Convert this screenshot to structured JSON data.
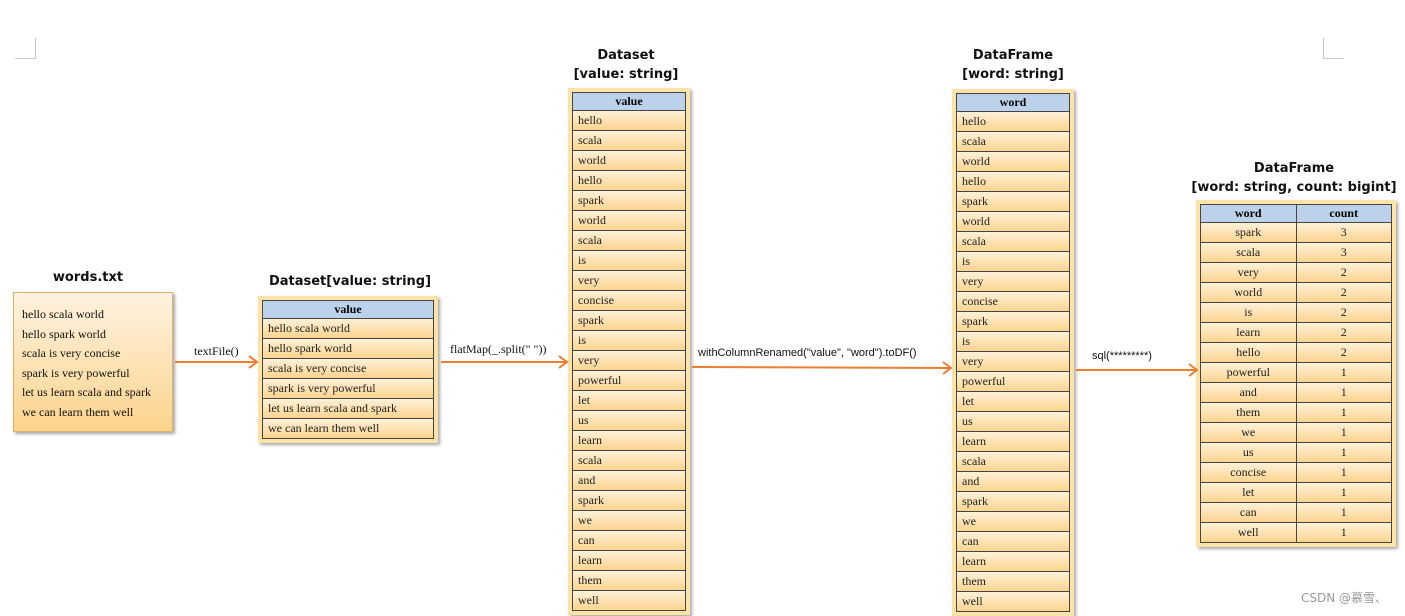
{
  "file": {
    "title": "words.txt",
    "lines": [
      "hello scala world",
      "hello spark world",
      "scala is very concise",
      "spark is very powerful",
      "let us learn scala and spark",
      "we can learn them well"
    ]
  },
  "ds1": {
    "title": "Dataset[value: string]",
    "header": "value",
    "rows": [
      "hello scala world",
      "hello spark world",
      "scala is very concise",
      "spark is very powerful",
      "let us learn scala and spark",
      "we can learn them well"
    ]
  },
  "ds2": {
    "title_line1": "Dataset",
    "title_line2": "[value: string]",
    "header": "value",
    "rows": [
      "hello",
      "scala",
      "world",
      "hello",
      "spark",
      "world",
      "scala",
      "is",
      "very",
      "concise",
      "spark",
      "is",
      "very",
      "powerful",
      "let",
      "us",
      "learn",
      "scala",
      "and",
      "spark",
      "we",
      "can",
      "learn",
      "them",
      "well"
    ]
  },
  "df1": {
    "title_line1": "DataFrame",
    "title_line2": "[word: string]",
    "header": "word",
    "rows": [
      "hello",
      "scala",
      "world",
      "hello",
      "spark",
      "world",
      "scala",
      "is",
      "very",
      "concise",
      "spark",
      "is",
      "very",
      "powerful",
      "let",
      "us",
      "learn",
      "scala",
      "and",
      "spark",
      "we",
      "can",
      "learn",
      "them",
      "well"
    ]
  },
  "df2": {
    "title_line1": "DataFrame",
    "title_line2": "[word: string, count: bigint]",
    "headers": [
      "word",
      "count"
    ],
    "rows": [
      [
        "spark",
        "3"
      ],
      [
        "scala",
        "3"
      ],
      [
        "very",
        "2"
      ],
      [
        "world",
        "2"
      ],
      [
        "is",
        "2"
      ],
      [
        "learn",
        "2"
      ],
      [
        "hello",
        "2"
      ],
      [
        "powerful",
        "1"
      ],
      [
        "and",
        "1"
      ],
      [
        "them",
        "1"
      ],
      [
        "we",
        "1"
      ],
      [
        "us",
        "1"
      ],
      [
        "concise",
        "1"
      ],
      [
        "let",
        "1"
      ],
      [
        "can",
        "1"
      ],
      [
        "well",
        "1"
      ]
    ]
  },
  "ops": {
    "op1": "textFile()",
    "op2": "flatMap(_.split(\" \"))",
    "op3": "withColumnRenamed(\"value\", \"word\").toDF()",
    "op4": "sql(*********)"
  },
  "colors": {
    "arrow": "#ed7d31",
    "header": "#bcd2eb",
    "cell": "#fcd48e"
  },
  "watermark": "CSDN @慕雪、"
}
